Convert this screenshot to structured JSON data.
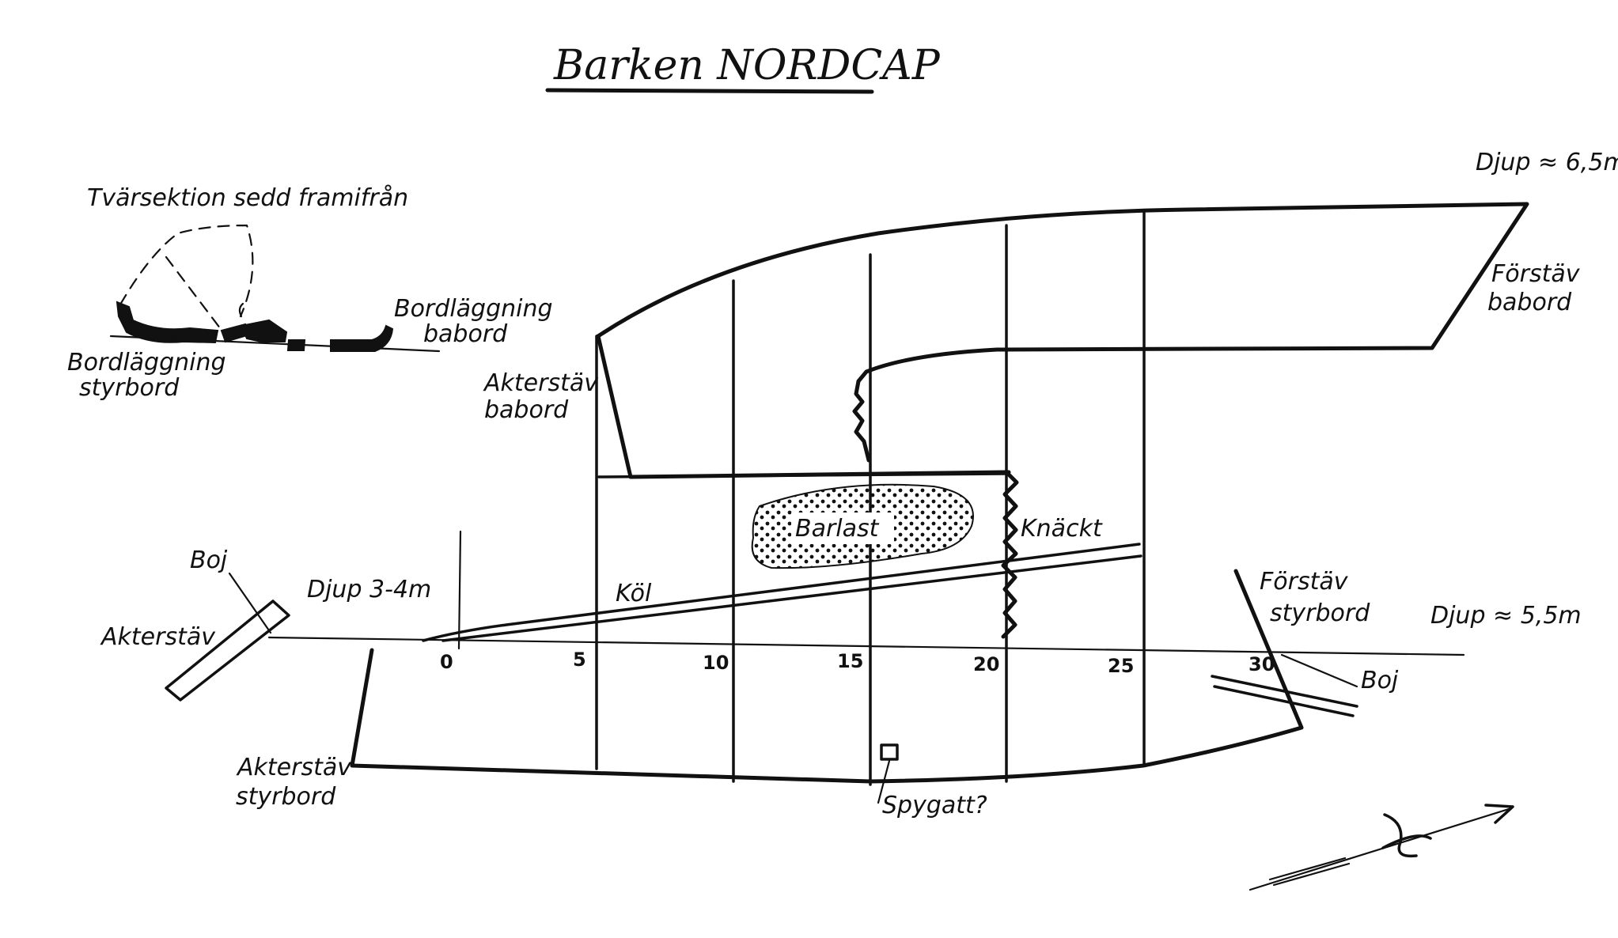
{
  "title": "Barken NORDCAP",
  "section": {
    "caption": "Tvärsektion sedd framifrån",
    "starboard_planking": [
      "Bordläggning",
      "styrbord"
    ],
    "port_planking": [
      "Bordläggning",
      "babord"
    ]
  },
  "depths": {
    "bow": "Djup ≈ 6,5m",
    "stern": "Djup 3-4m",
    "bow_starboard": "Djup ≈ 5,5m"
  },
  "labels": {
    "bow_port": [
      "Förstäv",
      "babord"
    ],
    "stern_port": [
      "Akterstäv",
      "babord"
    ],
    "ballast": "Barlast",
    "broken": "Knäckt",
    "keel": "Köl",
    "buoy_stern": "Boj",
    "stern": "Akterstäv",
    "stern_starboard": [
      "Akterstäv",
      "styrbord"
    ],
    "bow_starboard": [
      "Förstäv",
      "styrbord"
    ],
    "buoy_bow": "Boj",
    "scupper": "Spygatt?"
  },
  "baseline_ticks": [
    "0",
    "5",
    "10",
    "15",
    "20",
    "25",
    "30"
  ],
  "north_arrow_icon": "north-arrow-icon"
}
